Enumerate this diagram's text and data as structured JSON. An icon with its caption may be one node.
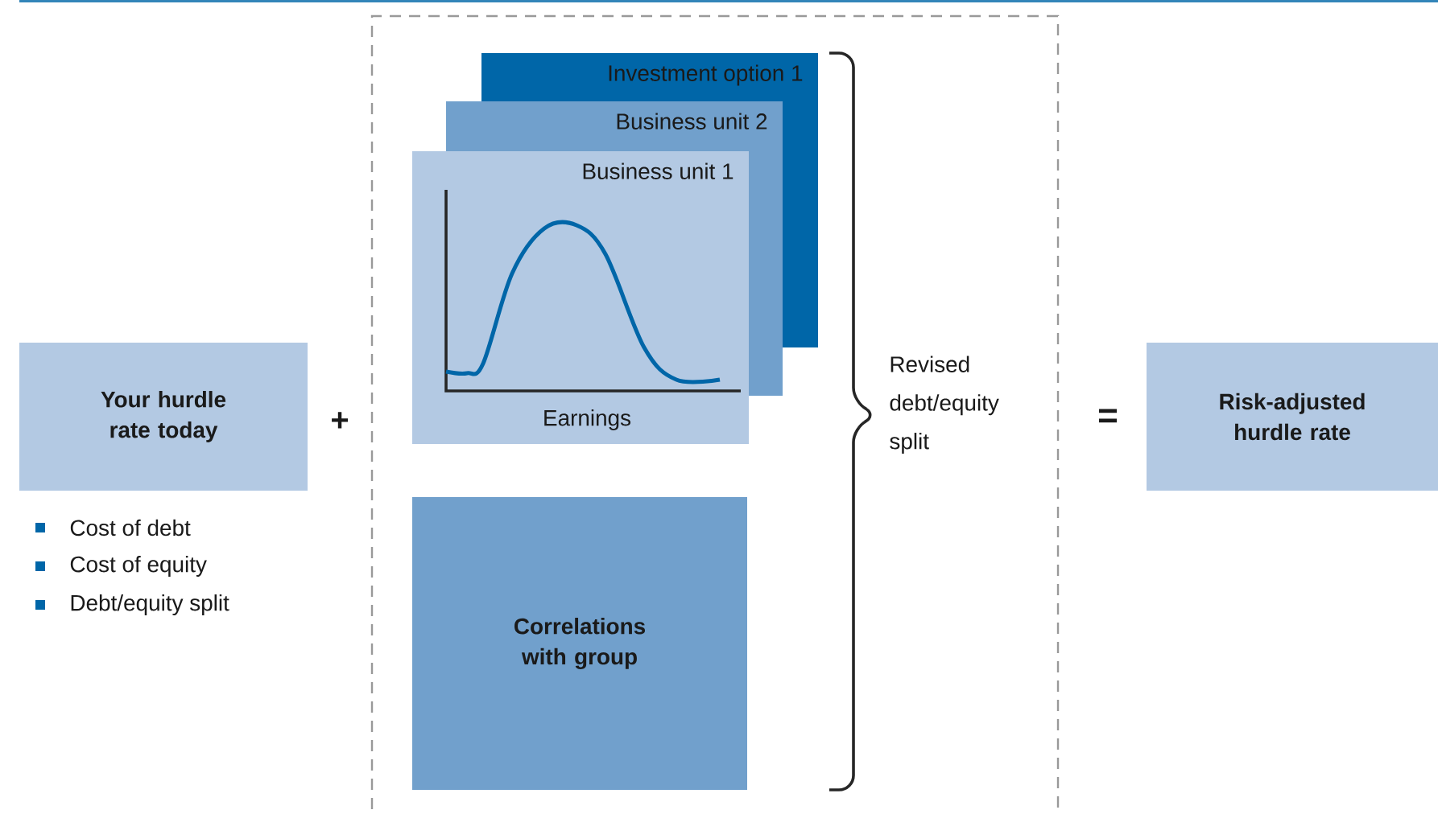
{
  "diagram": {
    "nodes": [
      {
        "text": [
          "Your hurdle rate today"
        ]
      },
      {
        "text": [],
        "shape": "box"
      },
      {
        "text": [
          "Investment option 1"
        ],
        "in": 1
      },
      {
        "text": [
          "Business unit 2"
        ],
        "in": 1
      },
      {
        "text": [
          "Business unit 1",
          "Earnings"
        ],
        "in": 1
      },
      {
        "text": [
          "Correlations with group"
        ],
        "in": 1
      },
      {
        "text": [
          "Risk-adjusted hurdle rate"
        ]
      }
    ],
    "labels": [
      "+",
      "Revised debt/equity split",
      "=",
      "Cost of debt",
      "Cost of equity",
      "Debt/equity split"
    ]
  }
}
